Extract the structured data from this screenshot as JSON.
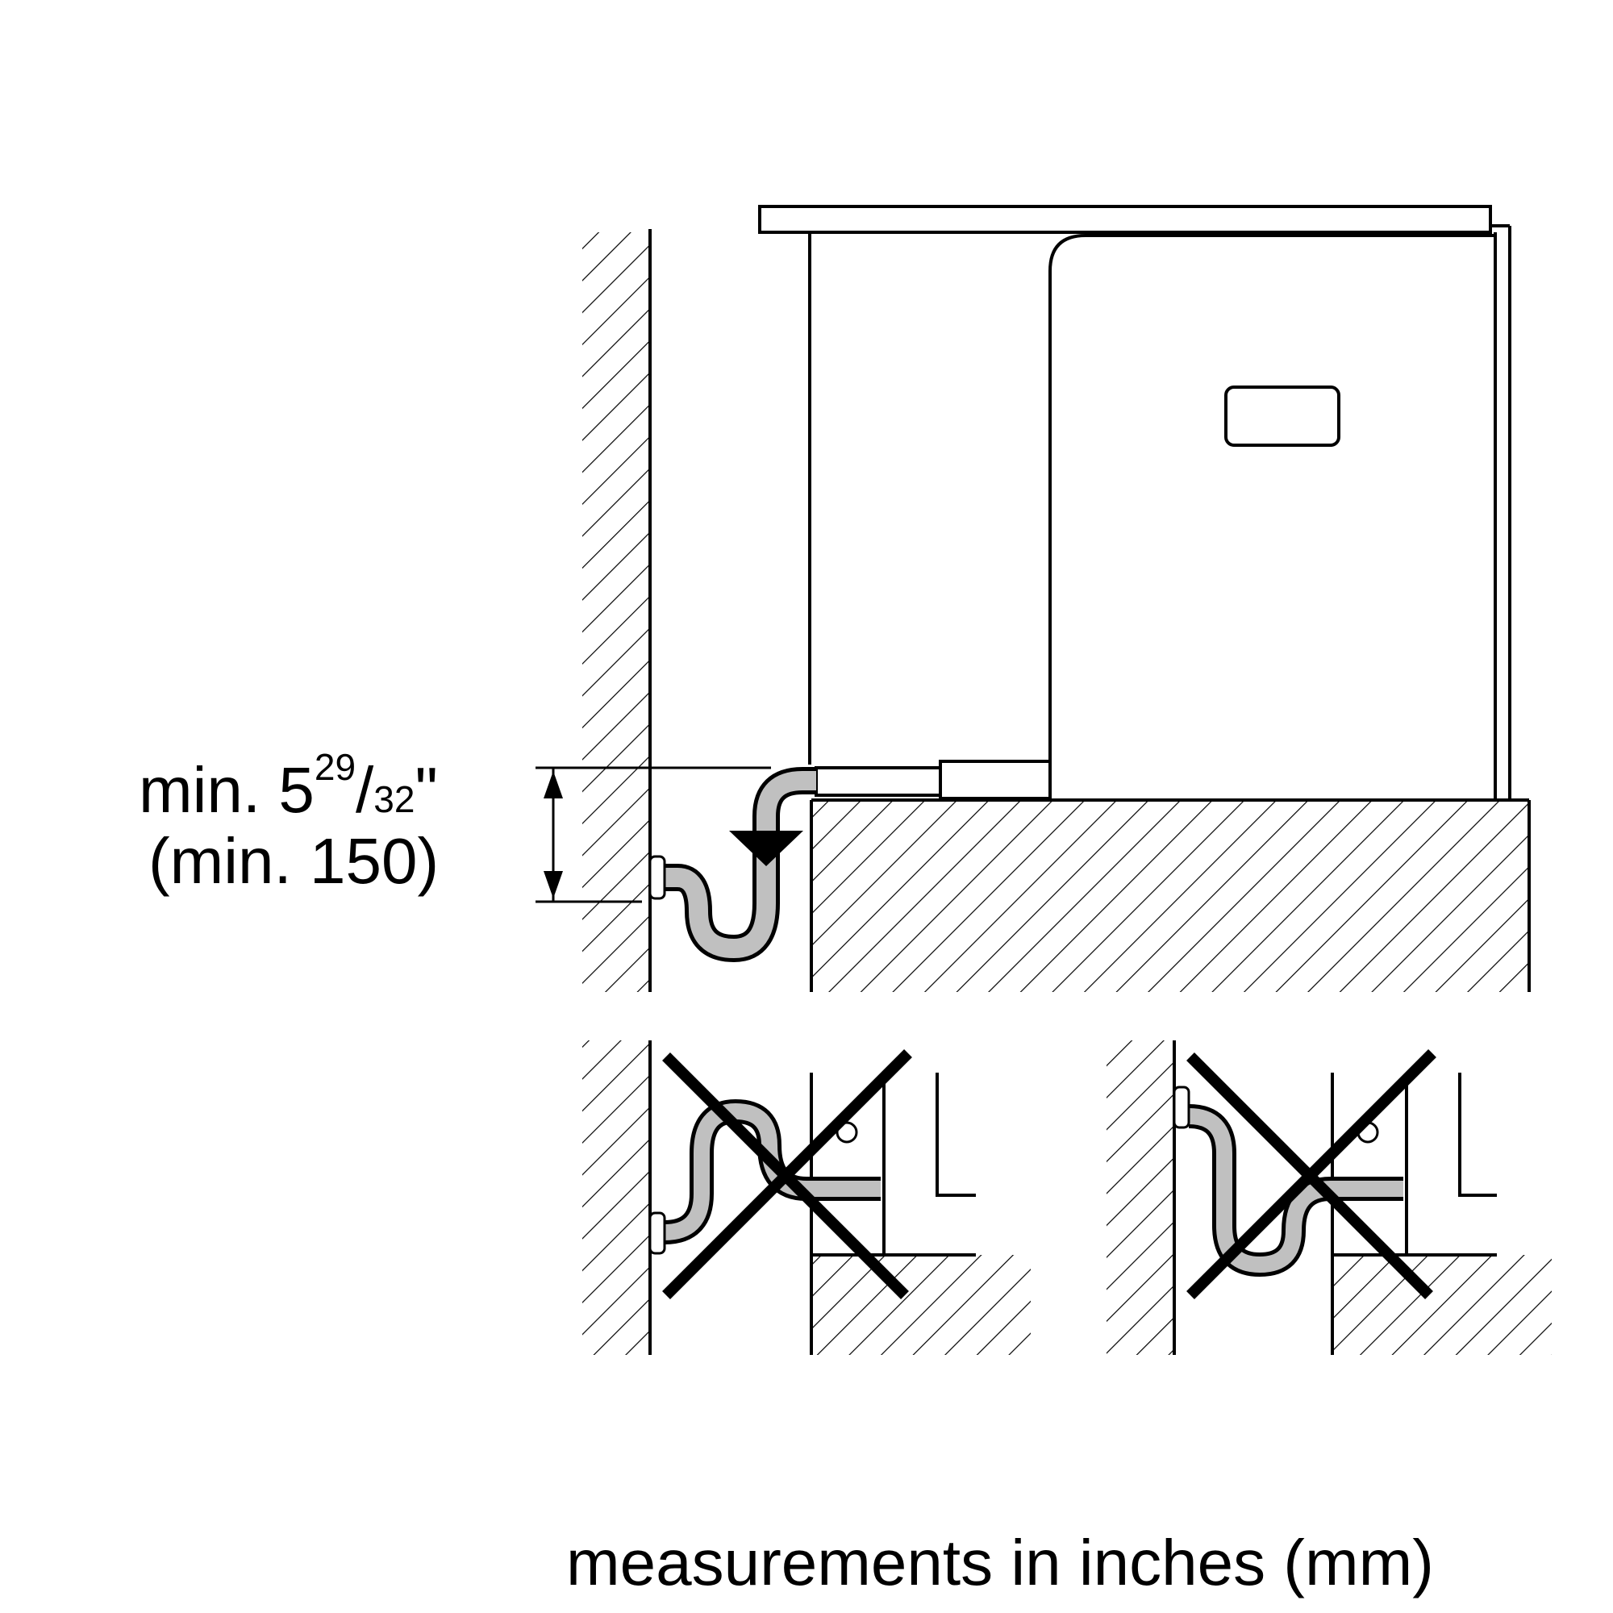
{
  "dimension": {
    "prefix": "min. 5",
    "numerator": "29",
    "denominator": "32",
    "inch_mark": "\"",
    "metric": "(min. 150)"
  },
  "caption": "measurements in inches (mm)",
  "colors": {
    "line": "#000000",
    "hose_fill": "#c0c0c0",
    "background": "#ffffff"
  },
  "icons": [
    "cross-mark-icon",
    "arrow-down-icon",
    "double-arrow-icon"
  ]
}
